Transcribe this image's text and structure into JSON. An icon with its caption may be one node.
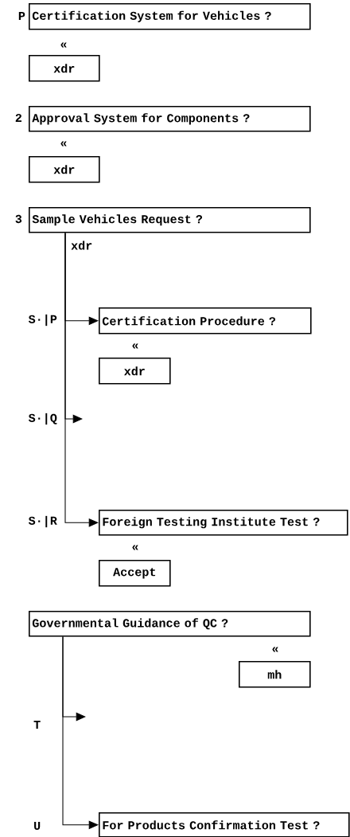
{
  "diagram": {
    "nodes": [
      {
        "text": [
          "Certification System for Vehicles ?"
        ],
        "beside": [
          "P"
        ]
      },
      {
        "text": [
          "xdr"
        ]
      },
      {
        "text": [
          "Approval System for Components ?"
        ],
        "beside": [
          "2"
        ]
      },
      {
        "text": [
          "xdr"
        ]
      },
      {
        "text": [
          "Sample Vehicles Request ?"
        ],
        "beside": [
          "3"
        ]
      },
      {
        "text": [
          "Certification Procedure ?"
        ]
      },
      {
        "text": [
          "xdr"
        ]
      },
      {
        "text": [
          "Foreign Testing Institute Test ?"
        ]
      },
      {
        "text": [
          "Accept"
        ]
      },
      {
        "text": [
          "Governmental Guidance of QC ?"
        ]
      },
      {
        "text": [
          "mh"
        ]
      },
      {
        "text": [
          "For Products Confirmation Test ?"
        ]
      }
    ],
    "edges": [
      {
        "from": 4,
        "to": 5,
        "arrow": "to"
      },
      {
        "from": 4,
        "to": null,
        "arrow": "to"
      },
      {
        "from": 4,
        "to": 7,
        "arrow": "to"
      },
      {
        "from": 9,
        "to": null,
        "arrow": "to"
      },
      {
        "from": 9,
        "to": 11,
        "arrow": "to"
      }
    ],
    "labels": [
      "«",
      "«",
      "xdr",
      "S·|P",
      "«",
      "S·|Q",
      "S·|R",
      "«",
      "«",
      "T",
      "U"
    ]
  }
}
